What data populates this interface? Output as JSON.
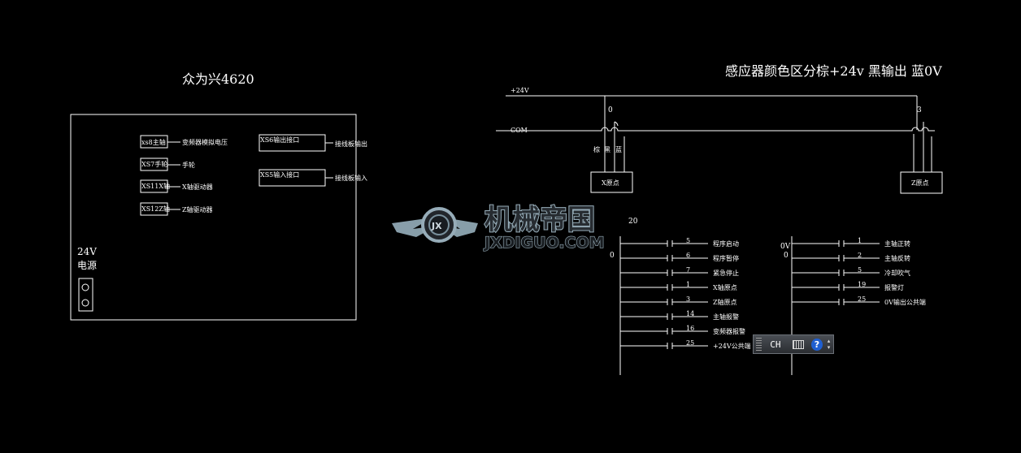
{
  "left_panel": {
    "title": "众为兴4620",
    "power": [
      "24V",
      "电源"
    ],
    "ports": [
      {
        "box": "xs8主轴",
        "desc": "变频器模拟电压"
      },
      {
        "box": "XS7手轮",
        "desc": "手轮"
      },
      {
        "box": "XS11X轴",
        "desc": "X轴驱动器"
      },
      {
        "box": "XS12Z轴",
        "desc": "Z轴驱动器"
      }
    ],
    "io_ports": [
      {
        "box": "XS6输出接口",
        "desc": "接线板输出"
      },
      {
        "box": "XS5输入接口",
        "desc": "接线板输入"
      }
    ]
  },
  "sensor": {
    "note": "感应器颜色区分棕+24v    黑输出    蓝0V",
    "rail_24v": "+24V",
    "rail_com": "COM",
    "x_home": {
      "input_no": "0",
      "wires": [
        "棕",
        "黑",
        "蓝"
      ],
      "box": "X原点"
    },
    "z_home": {
      "input_no": "3",
      "box": "Z原点"
    }
  },
  "inputs": {
    "top_label": "20",
    "bottom_label": "0",
    "rows": [
      {
        "no": "5",
        "label": "程序启动"
      },
      {
        "no": "6",
        "label": "程序暂停"
      },
      {
        "no": "7",
        "label": "紧急停止"
      },
      {
        "no": "1",
        "label": "X轴原点"
      },
      {
        "no": "3",
        "label": "Z轴原点"
      },
      {
        "no": "14",
        "label": "主轴报警"
      },
      {
        "no": "16",
        "label": "变频器报警"
      },
      {
        "no": "25",
        "label": "+24V公共端"
      }
    ]
  },
  "outputs": {
    "top_label": "0V",
    "bottom_label": "0",
    "rows": [
      {
        "no": "1",
        "label": "主轴正转"
      },
      {
        "no": "2",
        "label": "主轴反转"
      },
      {
        "no": "5",
        "label": "冷却吹气"
      },
      {
        "no": "19",
        "label": "报警灯"
      },
      {
        "no": "25",
        "label": "0V输出公共端"
      }
    ]
  },
  "watermark": {
    "cn": "机械帝国",
    "en": "JXDIGUO.COM",
    "emblem": "JX"
  },
  "ime": {
    "mode": "CH",
    "help": "?",
    "icons": [
      "grip-icon",
      "keyboard-icon",
      "help-icon",
      "options-icon"
    ]
  }
}
